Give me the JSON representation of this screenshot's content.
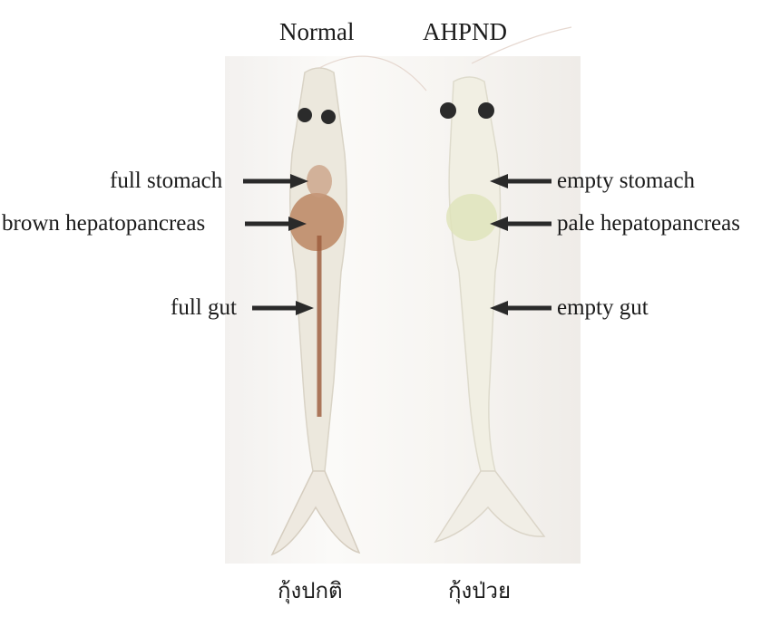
{
  "columns": {
    "normal": "Normal",
    "ahpnd": "AHPND"
  },
  "labels_left": {
    "stomach": "full stomach",
    "hepatopancreas": "brown hepatopancreas",
    "gut": "full gut"
  },
  "labels_right": {
    "stomach": "empty stomach",
    "hepatopancreas": "pale hepatopancreas",
    "gut": "empty gut"
  },
  "captions": {
    "normal": "กุ้งปกติ",
    "sick": "กุ้งป่วย"
  },
  "colors": {
    "brown_hepatopancreas": "#b57a52",
    "pale_hepatopancreas": "#dfe3b9",
    "arrow": "#2a2a2a"
  }
}
